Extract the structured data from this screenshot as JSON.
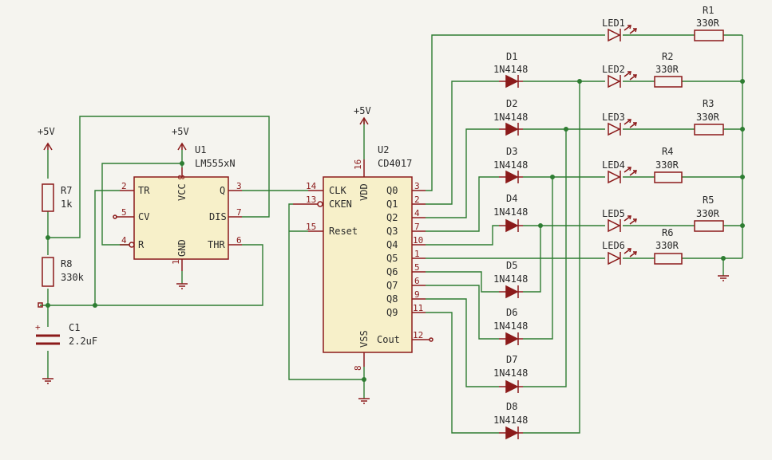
{
  "u1": {
    "ref": "U1",
    "value": "LM555xN",
    "pins": {
      "tr": "2",
      "cv": "5",
      "r": "4",
      "q": "3",
      "dis": "7",
      "thr": "6",
      "vcc": "8",
      "gnd": "1"
    },
    "names": {
      "tr": "TR",
      "cv": "CV",
      "r": "R",
      "q": "Q",
      "dis": "DIS",
      "thr": "THR",
      "vcc": "VCC",
      "gnd": "GND"
    }
  },
  "u2": {
    "ref": "U2",
    "value": "CD4017",
    "pins": {
      "clk": "14",
      "cken": "13",
      "reset": "15",
      "vdd": "16",
      "vss": "8",
      "cout": "12",
      "q0": "3",
      "q1": "2",
      "q2": "4",
      "q3": "7",
      "q4": "10",
      "q5": "1",
      "q6": "5",
      "q7": "6",
      "q8": "9",
      "q9": "11"
    },
    "names": {
      "clk": "CLK",
      "cken": "CKEN",
      "reset": "Reset",
      "vdd": "VDD",
      "vss": "VSS",
      "cout": "Cout",
      "q0": "Q0",
      "q1": "Q1",
      "q2": "Q2",
      "q3": "Q3",
      "q4": "Q4",
      "q5": "Q5",
      "q6": "Q6",
      "q7": "Q7",
      "q8": "Q8",
      "q9": "Q9"
    }
  },
  "power": {
    "p5v": "+5V"
  },
  "r7": {
    "ref": "R7",
    "value": "1k"
  },
  "r8": {
    "ref": "R8",
    "value": "330k"
  },
  "c1": {
    "ref": "C1",
    "value": "2.2uF",
    "plus": "+"
  },
  "leds": [
    {
      "ref": "LED1"
    },
    {
      "ref": "LED2"
    },
    {
      "ref": "LED3"
    },
    {
      "ref": "LED4"
    },
    {
      "ref": "LED5"
    },
    {
      "ref": "LED6"
    }
  ],
  "res": [
    {
      "ref": "R1",
      "value": "330R"
    },
    {
      "ref": "R2",
      "value": "330R"
    },
    {
      "ref": "R3",
      "value": "330R"
    },
    {
      "ref": "R4",
      "value": "330R"
    },
    {
      "ref": "R5",
      "value": "330R"
    },
    {
      "ref": "R6",
      "value": "330R"
    }
  ],
  "diodes": [
    {
      "ref": "D1",
      "value": "1N4148"
    },
    {
      "ref": "D2",
      "value": "1N4148"
    },
    {
      "ref": "D3",
      "value": "1N4148"
    },
    {
      "ref": "D4",
      "value": "1N4148"
    },
    {
      "ref": "D5",
      "value": "1N4148"
    },
    {
      "ref": "D6",
      "value": "1N4148"
    },
    {
      "ref": "D7",
      "value": "1N4148"
    },
    {
      "ref": "D8",
      "value": "1N4148"
    }
  ]
}
